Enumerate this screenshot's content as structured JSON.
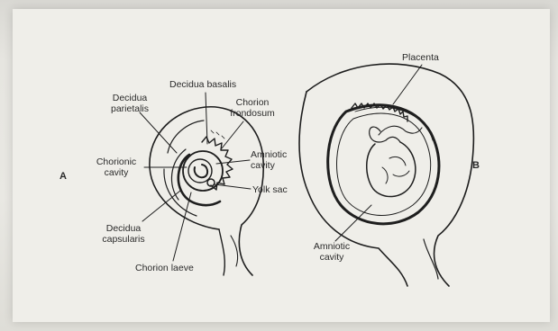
{
  "figure": {
    "panel_a_label": "A",
    "panel_b_label": "B"
  },
  "panel_a": {
    "decidua_basalis": "Decidua basalis",
    "decidua_parietalis_1": "Decidua",
    "decidua_parietalis_2": "parietalis",
    "chorion_frondosum_1": "Chorion",
    "chorion_frondosum_2": "frondosum",
    "chorionic_cavity_1": "Chorionic",
    "chorionic_cavity_2": "cavity",
    "amniotic_cavity_1": "Amniotic",
    "amniotic_cavity_2": "cavity",
    "yolk_sac": "Yolk sac",
    "decidua_capsularis_1": "Decidua",
    "decidua_capsularis_2": "capsularis",
    "chorion_laeve": "Chorion laeve"
  },
  "panel_b": {
    "placenta": "Placenta",
    "amniotic_cavity_1": "Amniotic",
    "amniotic_cavity_2": "cavity"
  }
}
